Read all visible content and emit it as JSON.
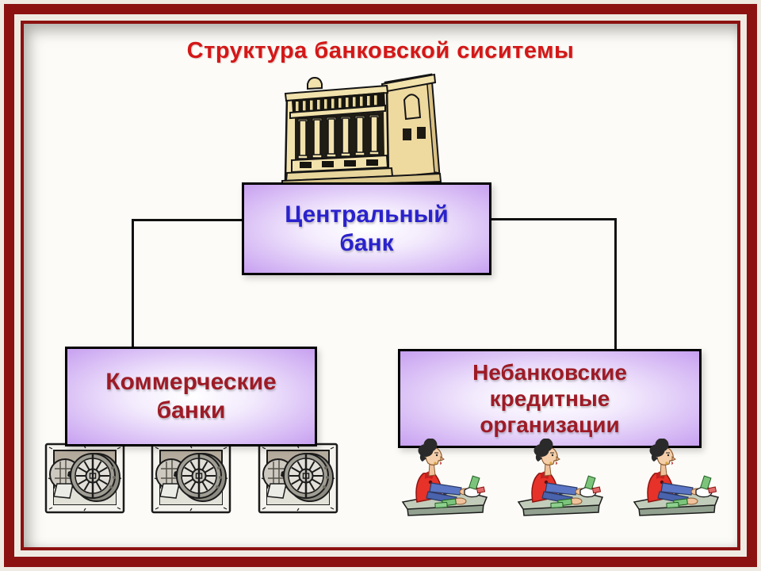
{
  "slide": {
    "title": "Структура банковской сиситемы",
    "background_color": "#fcfbf7",
    "frame_color": "#8c1111",
    "title_color": "#d41717"
  },
  "diagram": {
    "central_node": {
      "label": "Центральный банк",
      "text_color": "#2a22cc"
    },
    "left_node": {
      "label": "Коммерческие банки",
      "text_color": "#9d1b26"
    },
    "right_node": {
      "label": "Небанковские кредитные организации",
      "text_color": "#9d1b26"
    },
    "node_fill_edge": "#c7a0f0",
    "node_fill_center": "#ffffff",
    "node_border_color": "#000000",
    "connector_color": "#111111"
  },
  "illustrations": {
    "bank_building": {
      "name": "bank-building-illustration"
    },
    "vaults": {
      "name": "bank-vault-illustration",
      "count": 3
    },
    "cashiers": {
      "name": "cashier-counting-money-illustration",
      "count": 3
    }
  }
}
